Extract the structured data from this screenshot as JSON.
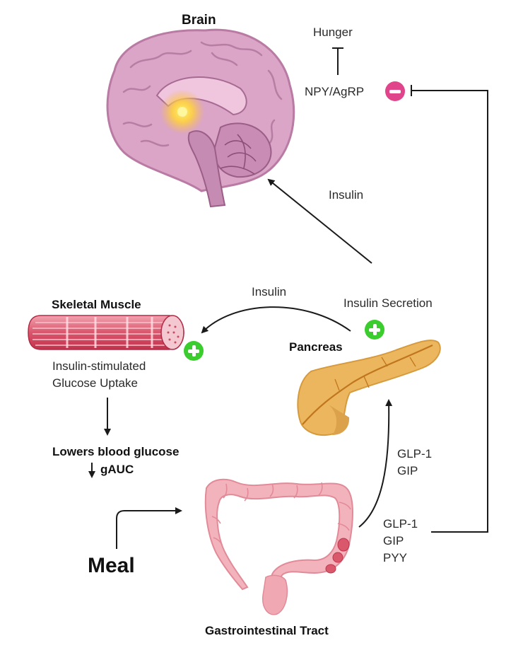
{
  "colors": {
    "inhibit": "#e0458c",
    "stimulate": "#3bcc2e",
    "brain": "#d9a0c4",
    "muscle": "#e07a8c",
    "pancreas": "#e9b35c",
    "colon": "#f2b3bc",
    "arrow": "#1a1a1a"
  },
  "labels": {
    "brain": "Brain",
    "hunger": "Hunger",
    "npy_agrp": "NPY/AgRP",
    "insulin_to_brain": "Insulin",
    "insulin_to_muscle": "Insulin",
    "insulin_secretion": "Insulin Secretion",
    "skeletal_muscle": "Skeletal Muscle",
    "pancreas": "Pancreas",
    "uptake": "Insulin-stimulated\nGlucose Uptake",
    "lowers": "Lowers blood glucose",
    "gauc": "gAUC",
    "glp_gip": "GLP-1\nGIP",
    "glp_gip_pyy": "GLP-1\nGIP\nPYY",
    "meal": "Meal",
    "gi_tract": "Gastrointestinal Tract"
  },
  "icons": {
    "inhibit": "minus-circle-icon",
    "stimulate": "plus-circle-icon",
    "brain": "brain-icon",
    "muscle": "muscle-fiber-icon",
    "pancreas": "pancreas-icon",
    "colon": "colon-icon"
  }
}
